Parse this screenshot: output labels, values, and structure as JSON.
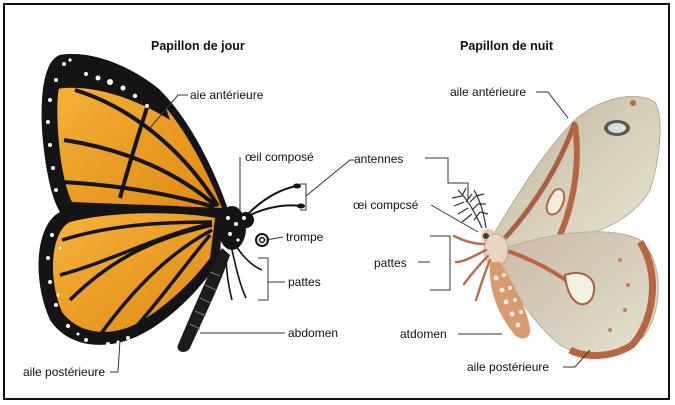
{
  "butterfly": {
    "title": "Papillon de jour",
    "labels": {
      "forewing": "aie antérieure",
      "eye": "œil composé",
      "proboscis": "trompe",
      "legs": "pattes",
      "abdomen": "abdomen",
      "hindwing": "aile postérieure"
    }
  },
  "moth": {
    "title": "Papillon de nuit",
    "labels": {
      "forewing": "aile antérieure",
      "eye": "œi compcsé",
      "legs": "pattes",
      "abdomen": "atdomen",
      "hindwing": "aile postérieure"
    }
  },
  "shared": {
    "antennae": "antennes"
  },
  "colors": {
    "monarch_orange": "#f0a020",
    "monarch_black": "#141414",
    "moth_beige": "#d9d4bf",
    "moth_rust": "#b8663f",
    "moth_body": "#d99a70"
  }
}
